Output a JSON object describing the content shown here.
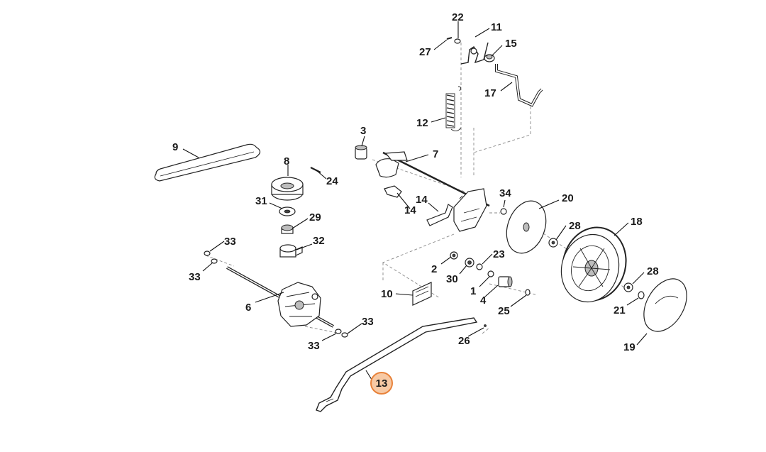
{
  "highlight": {
    "label": "13",
    "fill": "#f7c9a4",
    "stroke": "#e8823a"
  },
  "callouts": {
    "c22": "22",
    "c11": "11",
    "c27": "27",
    "c15": "15",
    "c17": "17",
    "c12": "12",
    "c3": "3",
    "c7": "7",
    "c9": "9",
    "c8": "8",
    "c24": "24",
    "c31": "31",
    "c29": "29",
    "c32": "32",
    "c14a": "14",
    "c14b": "14",
    "c34": "34",
    "c20": "20",
    "c33a": "33",
    "c33b": "33",
    "c28a": "28",
    "c18": "18",
    "c2": "2",
    "c23": "23",
    "c30": "30",
    "c6": "6",
    "c10": "10",
    "c1": "1",
    "c4": "4",
    "c28b": "28",
    "c25": "25",
    "c21": "21",
    "c33c": "33",
    "c33d": "33",
    "c26": "26",
    "c19": "19",
    "c13": "13"
  }
}
